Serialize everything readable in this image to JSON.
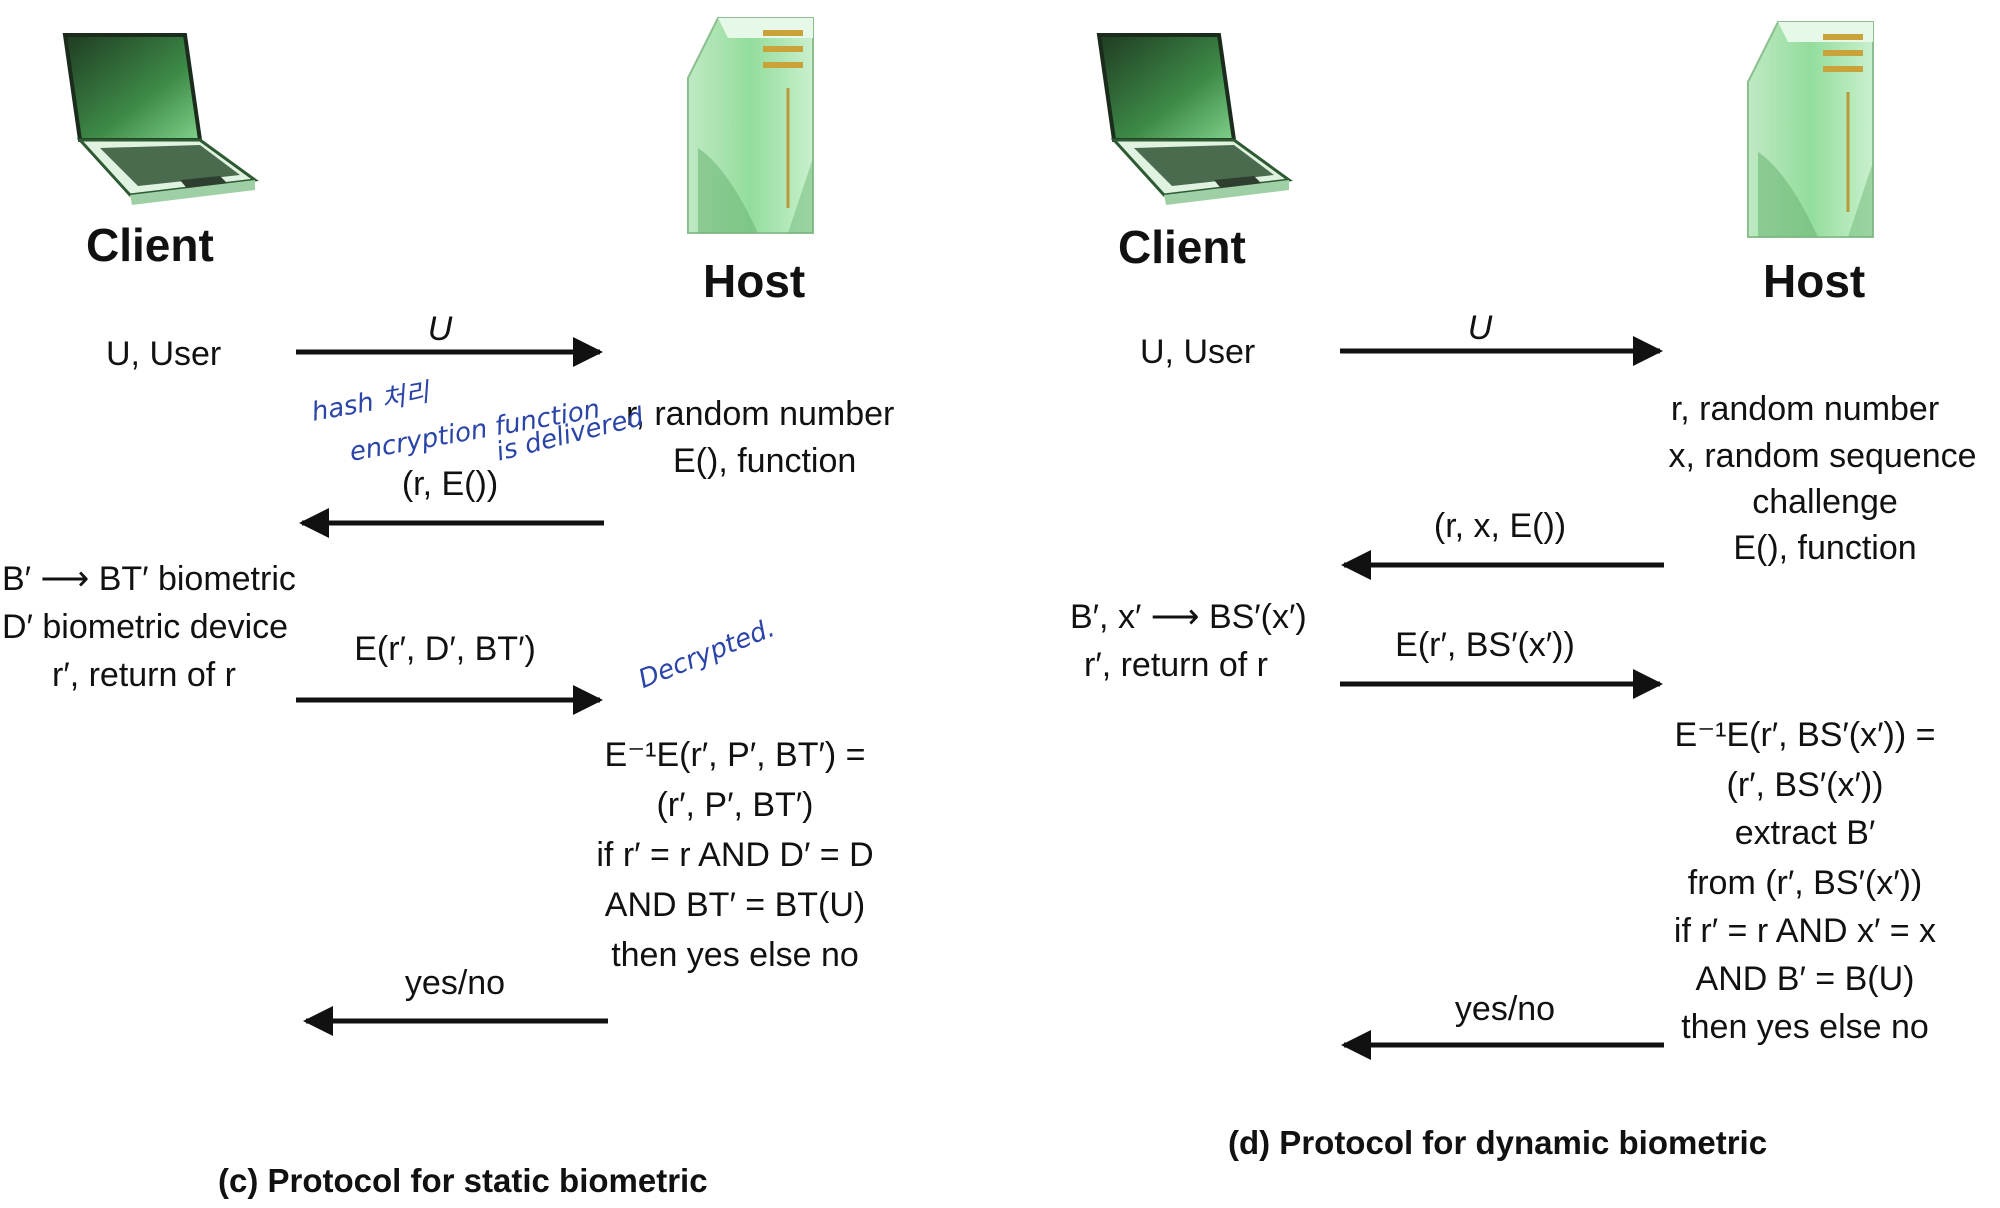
{
  "static": {
    "client_title": "Client",
    "host_title": "Host",
    "client_user": "U, User",
    "msg1": "U",
    "host_random": "r, random number",
    "host_function": "E(), function",
    "msg2": "(r, E())",
    "client_line1": "B′ ⟶ BT′ biometric",
    "client_line2": "D′ biometric device",
    "client_line3": "r′, return of r",
    "msg3": "E(r′, D′, BT′)",
    "host_check": [
      "E⁻¹E(r′, P′, BT′) =",
      "(r′, P′, BT′)",
      "if r′ = r AND D′ = D",
      "AND BT′ = BT(U)",
      "then yes else no"
    ],
    "msg4": "yes/no",
    "caption": "(c) Protocol for static biometric",
    "annotation_hash1": "hash 처리",
    "annotation_hash2": "encryption function",
    "annotation_hash3": "is delivered",
    "annotation_decrypted": "Decrypted."
  },
  "dynamic": {
    "client_title": "Client",
    "host_title": "Host",
    "client_user": "U, User",
    "msg1": "U",
    "host_lines": [
      "r, random number",
      "x, random sequence",
      "challenge",
      "E(), function"
    ],
    "msg2": "(r, x, E())",
    "client_line1": "B′, x′ ⟶ BS′(x′)",
    "client_line2": "r′, return of r",
    "msg3": "E(r′, BS′(x′))",
    "host_check": [
      "E⁻¹E(r′, BS′(x′)) =",
      "(r′, BS′(x′))",
      "extract B′",
      "from (r′, BS′(x′))",
      "if r′ = r AND x′ = x",
      "AND B′ = B(U)",
      "then yes else no"
    ],
    "msg4": "yes/no",
    "caption": "(d) Protocol for dynamic biometric"
  },
  "icons": [
    "laptop-icon",
    "server-icon"
  ],
  "colors": {
    "arrow": "#111111",
    "icon_green": "#7fd18a",
    "icon_dark": "#2e5a33",
    "annotation": "#2a44a8"
  }
}
